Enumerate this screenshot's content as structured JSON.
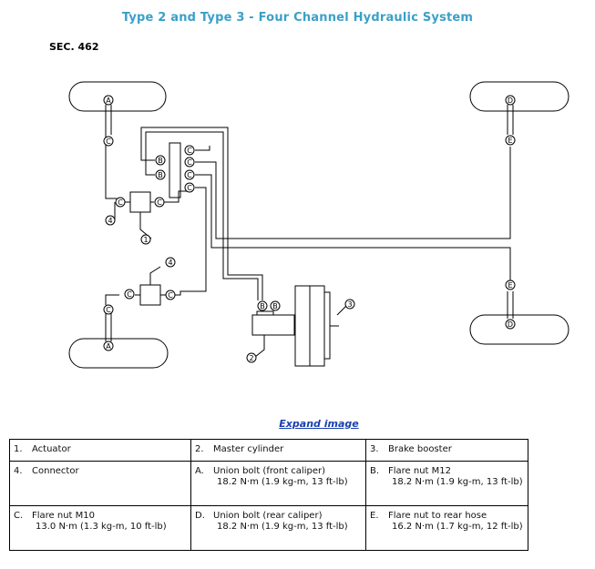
{
  "title": "Type 2 and Type 3 - Four Channel Hydraulic System",
  "section": "SEC. 462",
  "expand_link": "Expand image",
  "callouts": {
    "A": "A",
    "B": "B",
    "C": "C",
    "D": "D",
    "E": "E",
    "n1": "1",
    "n2": "2",
    "n3": "3",
    "n4": "4"
  },
  "legend": [
    [
      {
        "key": "1.",
        "text": "Actuator",
        "detail": ""
      },
      {
        "key": "2.",
        "text": "Master cylinder",
        "detail": ""
      },
      {
        "key": "3.",
        "text": "Brake booster",
        "detail": ""
      }
    ],
    [
      {
        "key": "4.",
        "text": "Connector",
        "detail": ""
      },
      {
        "key": "A.",
        "text": "Union bolt (front caliper)",
        "detail": "18.2 N·m (1.9 kg-m, 13 ft-lb)"
      },
      {
        "key": "B.",
        "text": "Flare nut M12",
        "detail": "18.2 N·m (1.9 kg-m, 13 ft-lb)"
      }
    ],
    [
      {
        "key": "C.",
        "text": "Flare nut M10",
        "detail": "13.0 N·m (1.3 kg-m, 10 ft-lb)"
      },
      {
        "key": "D.",
        "text": "Union bolt (rear caliper)",
        "detail": "18.2 N·m (1.9 kg-m, 13 ft-lb)"
      },
      {
        "key": "E.",
        "text": "Flare nut to rear hose",
        "detail": "16.2 N·m (1.7 kg-m, 12 ft-lb)"
      }
    ]
  ]
}
